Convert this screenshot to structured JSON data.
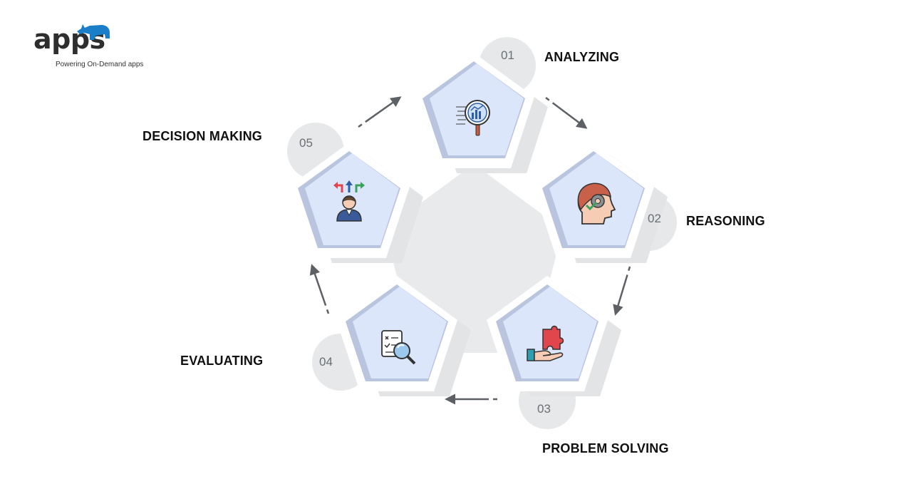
{
  "brand": {
    "name": "apps",
    "tagline": "Powering On-Demand apps",
    "accent": "#1a7ec8"
  },
  "colors": {
    "pentagon_fill": "#dce6fb",
    "pentagon_edge": "#b8c4df",
    "frame": "#ffffff",
    "shadow": "#e6e7e9",
    "center": "#e9eaeb",
    "number_circle": "#e7e8e9",
    "arrow": "#5d6166"
  },
  "stages": [
    {
      "number": "01",
      "title": "ANALYZING",
      "icon": "magnifier-chart-icon"
    },
    {
      "number": "02",
      "title": "REASONING",
      "icon": "head-gear-icon"
    },
    {
      "number": "03",
      "title": "PROBLEM SOLVING",
      "icon": "hand-puzzle-icon"
    },
    {
      "number": "04",
      "title": "EVALUATING",
      "icon": "checklist-magnifier-icon"
    },
    {
      "number": "05",
      "title": "DECISION MAKING",
      "icon": "person-arrows-icon"
    }
  ]
}
